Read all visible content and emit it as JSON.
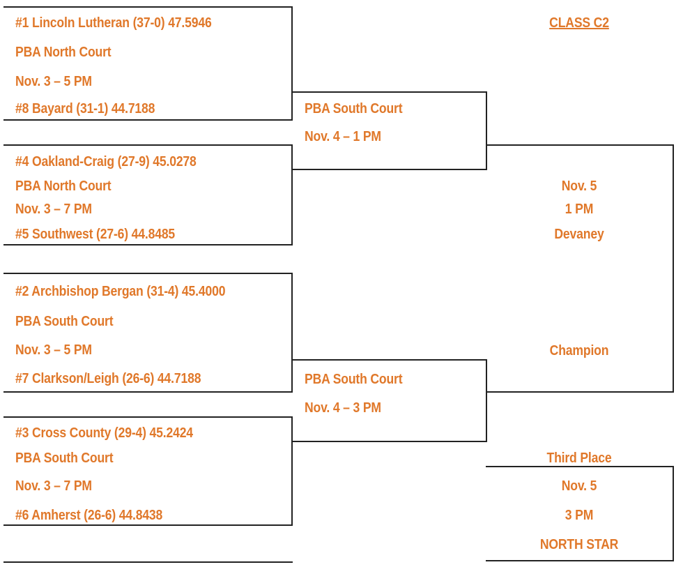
{
  "title": "CLASS C2",
  "first_round": [
    {
      "team_a": "#1 Lincoln Lutheran (37-0) 47.5946",
      "site": "PBA North Court",
      "time": "Nov. 3 – 5 PM",
      "team_b": "#8 Bayard (31-1) 44.7188"
    },
    {
      "team_a": "#4 Oakland-Craig (27-9) 45.0278",
      "site": "PBA North Court",
      "time": "Nov. 3 – 7 PM",
      "team_b": "#5 Southwest (27-6) 44.8485"
    },
    {
      "team_a": "#2 Archbishop Bergan (31-4) 45.4000",
      "site": "PBA South Court",
      "time": "Nov. 3 – 5 PM",
      "team_b": "#7 Clarkson/Leigh (26-6) 44.7188"
    },
    {
      "team_a": "#3 Cross County (29-4) 45.2424",
      "site": "PBA South Court",
      "time": "Nov. 3 – 7 PM",
      "team_b": "#6 Amherst (26-6) 44.8438"
    }
  ],
  "semifinals": [
    {
      "site": "PBA South Court",
      "time": "Nov. 4 – 1 PM"
    },
    {
      "site": "PBA South Court",
      "time": "Nov. 4 – 3 PM"
    }
  ],
  "final": {
    "date": "Nov. 5",
    "time": "1 PM",
    "site": "Devaney",
    "label": "Champion"
  },
  "third_place": {
    "label": "Third Place",
    "date": "Nov. 5",
    "time": "3 PM",
    "site": "NORTH STAR"
  }
}
